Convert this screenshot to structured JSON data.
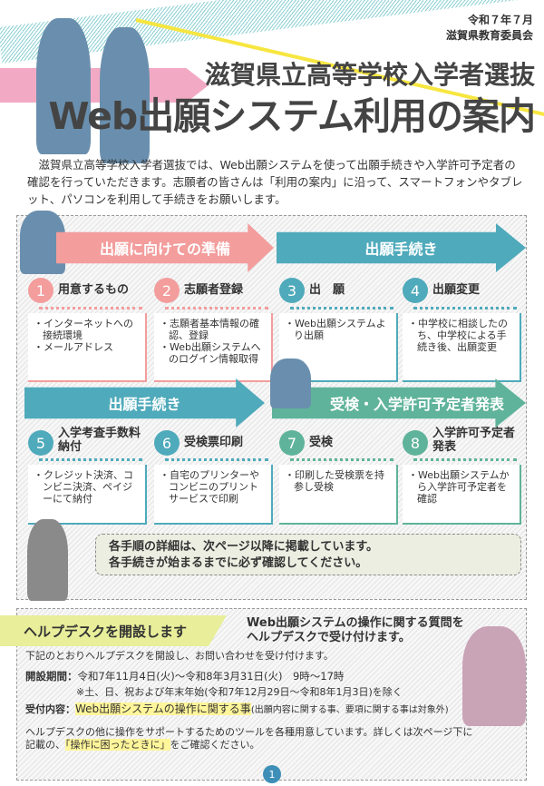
{
  "header": {
    "date": "令和７年７月",
    "issuer": "滋賀県教育委員会",
    "title_line1": "滋賀県立高等学校入学者選抜",
    "title_line2": "Web出願システム利用の案内"
  },
  "intro": "滋賀県立高等学校入学者選抜では、Web出願システムを使って出願手続きや入学許可予定者の確認を行っていただきます。志願者の皆さんは「利用の案内」に沿って、スマートフォンやタブレット、パソコンを利用して手続きをお願いします。",
  "phases": {
    "p1": "出願に向けての準備",
    "p2": "出願手続き",
    "p3": "出願手続き",
    "p4": "受検・入学許可予定者発表"
  },
  "steps": [
    {
      "num": "1",
      "title": "用意するもの",
      "items": [
        "インターネットへの接続環境",
        "メールアドレス"
      ]
    },
    {
      "num": "2",
      "title": "志願者登録",
      "items": [
        "志願者基本情報の確認、登録",
        "Web出願システムへのログイン情報取得"
      ]
    },
    {
      "num": "3",
      "title": "出　願",
      "items": [
        "Web出願システムより出願"
      ]
    },
    {
      "num": "4",
      "title": "出願変更",
      "items": [
        "中学校に相談したのち、中学校による手続き後、出願変更"
      ]
    },
    {
      "num": "5",
      "title": "入学考査手数料納付",
      "items": [
        "クレジット決済、コンビニ決済、ペイジーにて納付"
      ]
    },
    {
      "num": "6",
      "title": "受検票印刷",
      "items": [
        "自宅のプリンターやコンビニのプリントサービスで印刷"
      ]
    },
    {
      "num": "7",
      "title": "受検",
      "items": [
        "印刷した受検票を持参し受検"
      ]
    },
    {
      "num": "8",
      "title": "入学許可予定者発表",
      "items": [
        "Web出願システムから入学許可予定者を確認"
      ]
    }
  ],
  "callout": {
    "line1": "各手順の詳細は、次ページ以降に掲載しています。",
    "line2": "各手続きが始まるまでに必ず確認してください。"
  },
  "helpdesk": {
    "banner": "ヘルプデスクを開設します",
    "lead1": "Web出願システムの操作に関する質問を",
    "lead2": "ヘルプデスクで受け付けます。",
    "intro": "下記のとおりヘルプデスクを開設し、お問い合わせを受け付けます。",
    "period_label": "開設期間：",
    "period": "令和7年11月4日(火)～令和8年3月31日(火)　9時～17時",
    "period_note": "※土、日、祝および年末年始(令和7年12月29日～令和8年1月3日)を除く",
    "content_label": "受付内容：",
    "content_highlight": "Web出願システムの操作に関する事",
    "content_note": "(出願内容に関する事、要項に関する事は対象外)",
    "footer1": "ヘルプデスクの他に操作をサポートするためのツールを各種用意しています。詳しくは次ページ下に",
    "footer2_pre": "記載の、",
    "footer2_hl": "「操作に困ったときに」",
    "footer2_post": "をご確認ください。"
  },
  "page_number": "1",
  "colors": {
    "pink": "#f39d9d",
    "teal": "#4faabb",
    "green": "#5fb39a",
    "highlight": "#fff59a"
  }
}
